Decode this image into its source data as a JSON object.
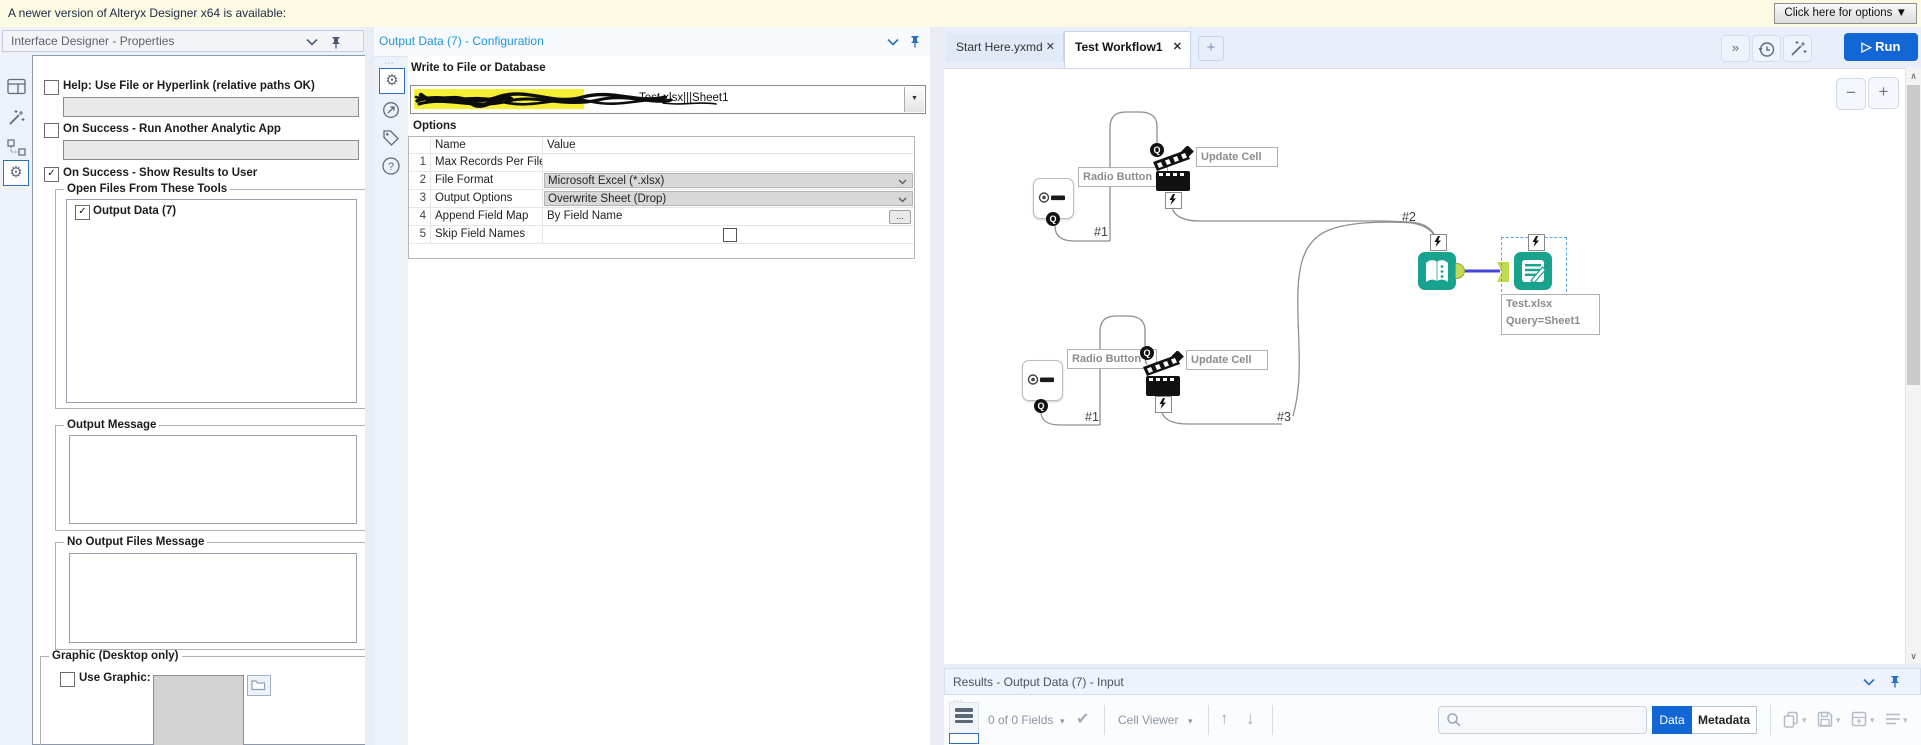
{
  "notification": {
    "message": "A newer version of Alteryx Designer x64 is available:",
    "options_button": "Click here for options ▼"
  },
  "interface_panel": {
    "title": "Interface Designer - Properties",
    "help_checkbox": "Help: Use File or Hyperlink (relative paths OK)",
    "run_app_checkbox": "On Success - Run Another Analytic App",
    "show_results_checkbox": "On Success - Show Results to User",
    "open_files_group": "Open Files From These Tools",
    "open_files_item": "Output Data (7)",
    "output_message_group": "Output Message",
    "no_output_group": "No Output Files Message",
    "graphic_group": "Graphic (Desktop only)",
    "use_graphic_checkbox": "Use Graphic:"
  },
  "config_panel": {
    "title": "Output Data (7) - Configuration",
    "write_label": "Write to File or Database",
    "path_visible_text": "Test.xlsx|||Sheet1",
    "options_label": "Options",
    "table": {
      "name_header": "Name",
      "value_header": "Value",
      "rows": [
        {
          "num": "1",
          "name": "Max Records Per File",
          "value": ""
        },
        {
          "num": "2",
          "name": "File Format",
          "value": "Microsoft Excel (*.xlsx)"
        },
        {
          "num": "3",
          "name": "Output Options",
          "value": "Overwrite Sheet (Drop)"
        },
        {
          "num": "4",
          "name": "Append Field Map",
          "value": "By Field Name"
        },
        {
          "num": "5",
          "name": "Skip Field Names",
          "value": ""
        }
      ],
      "ellipsis_button": "..."
    }
  },
  "canvas": {
    "tabs": [
      {
        "label": "Start Here.yxmd"
      },
      {
        "label": "Test Workflow1"
      }
    ],
    "run_button": "Run",
    "annotations": {
      "radio_top": "Radio Button (",
      "radio_bottom": "Radio Button (",
      "update_cell_top": "Update Cell",
      "update_cell_bottom": "Update Cell",
      "conn_top_1": "#1",
      "conn_bottom_1": "#1",
      "conn_2": "#2",
      "conn_3": "#3",
      "q_badge": "Q",
      "output_line1": "Test.xlsx",
      "output_line2": "Query=Sheet1"
    }
  },
  "results_panel": {
    "title": "Results - Output Data (7) - Input",
    "fields_summary": "0 of 0 Fields",
    "cell_viewer": "Cell Viewer",
    "data_tab": "Data",
    "metadata_tab": "Metadata"
  },
  "icons": {
    "close": "✕",
    "new_tab": "+",
    "collapse_right": "»",
    "gear": "⚙",
    "question": "?",
    "check": "✔",
    "arrow_up": "↑",
    "arrow_down": "↓",
    "caret_down": "▾",
    "zoom_out": "−",
    "zoom_in": "+",
    "scroll_up": "∧",
    "scroll_down": "∨",
    "dropdown": "▼",
    "play": "▷",
    "ellipsis_dots": "⋯",
    "check_small": "✓"
  },
  "colors": {
    "accent_blue": "#1366d6",
    "config_title_blue": "#1e97d8",
    "tool_teal": "#18a38f",
    "connector_lime": "#c3d855",
    "highlight_yellow": "#f5ef35",
    "notification_bg": "#fcfae3",
    "connection_blue": "#4343e0"
  }
}
